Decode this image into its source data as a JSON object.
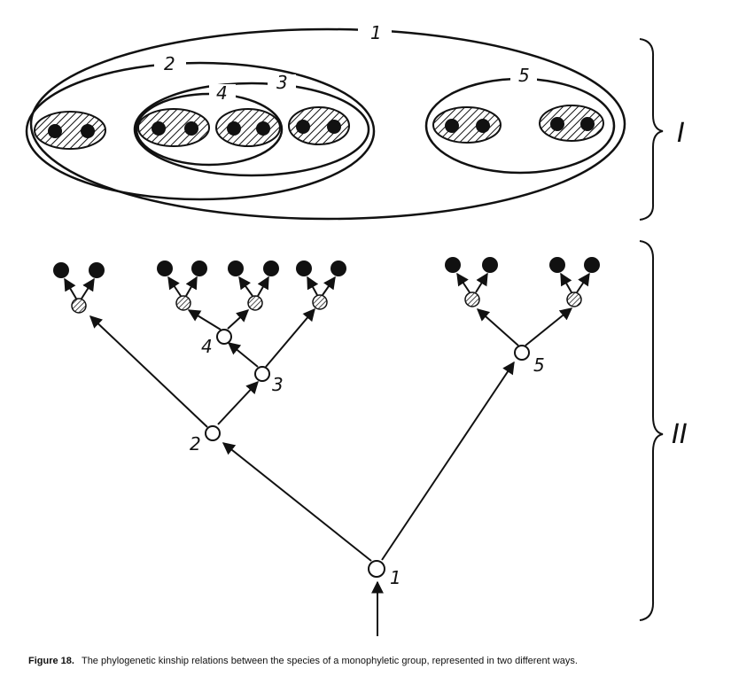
{
  "figure": {
    "part_labels": [
      "I",
      "II"
    ],
    "group_labels": [
      "1",
      "2",
      "3",
      "4",
      "5"
    ],
    "node_labels": [
      "1",
      "2",
      "3",
      "4",
      "5"
    ]
  },
  "caption": {
    "figure_number": "Figure 18.",
    "text": "The phylogenetic kinship relations between the species of a monophyletic group, represented in two different ways."
  }
}
